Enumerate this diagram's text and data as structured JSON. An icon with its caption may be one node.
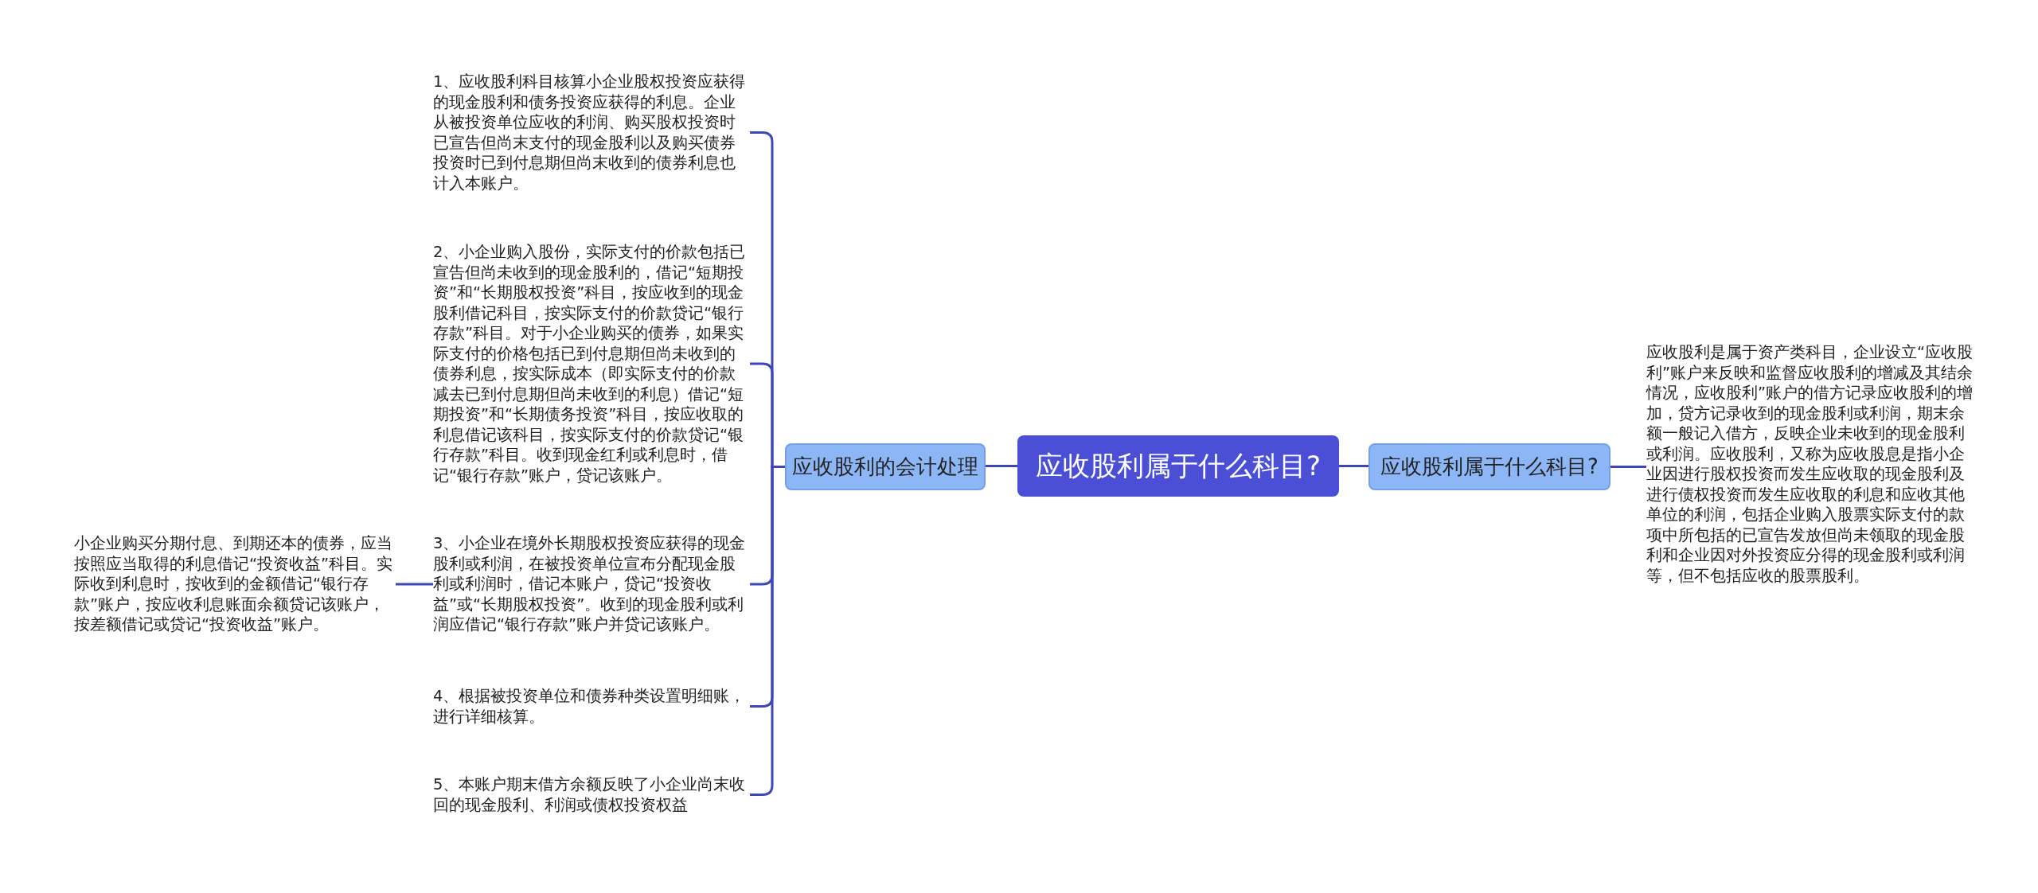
{
  "diagram": {
    "nodes": [
      {
        "text": [
          "应收股利属于什么科目?"
        ]
      },
      {
        "text": [
          "应收股利的会计处理"
        ]
      },
      {
        "text": [
          "1、应收股利科目核算小企业股权投资应获得的现金股利和债务投资应获得的利息。企业从被投资单位应收的利润、购买股权投资时已宣告但尚末支付的现金股利以及购买债券投资时已到付息期但尚末收到的债券利息也计入本账户。"
        ]
      },
      {
        "text": [
          "2、小企业购入股份，实际支付的价款包括已宣告但尚未收到的现金股利的，借记“短期投资”和“长期股权投资”科目，按应收到的现金股利借记科目，按实际支付的价款贷记“银行存款”科目。对于小企业购买的债券，如果实际支付的价格包括已到付息期但尚未收到的债券利息，按实际成本（即实际支付的价款减去已到付息期但尚未收到的利息）借记“短期投资”和“长期债务投资”科目，按应收取的利息借记该科目，按实际支付的价款贷记“银行存款”科目。收到现金红利或利息时，借记“银行存款”账户，贷记该账户。"
        ]
      },
      {
        "text": [
          "3、小企业在境外长期股权投资应获得的现金股利或利润，在被投资单位宣布分配现金股利或利润时，借记本账户，贷记“投资收益”或“长期股权投资”。收到的现金股利或利润应借记“银行存款”账户并贷记该账户。"
        ]
      },
      {
        "text": [
          "4、根据被投资单位和债券种类设置明细账，进行详细核算。"
        ]
      },
      {
        "text": [
          "5、本账户期末借方余额反映了小企业尚末收回的现金股利、利润或债权投资权益"
        ]
      },
      {
        "text": [
          "小企业购买分期付息、到期还本的债券，应当按照应当取得的利息借记“投资收益”科目。实际收到利息时，按收到的金额借记“银行存款”账户，按应收利息账面余额贷记该账户，按差额借记或贷记“投资收益”账户。"
        ]
      },
      {
        "text": [
          "应收股利属于什么科目?"
        ]
      },
      {
        "text": [
          "应收股利是属于资产类科目，企业设立“应收股利”账户来反映和监督应收股利的增减及其结余情况，应收股利”账户的借方记录应收股利的增加，贷方记录收到的现金股利或利润，期末余额一般记入借方，反映企业未收到的现金股利或利润。应收股利，又称为应收股息是指小企业因进行股权投资而发生应收取的现金股利及进行债权投资而发生应收取的利息和应收其他单位的利润，包括企业购入股票实际支付的款项中所包括的已宣告发放但尚未领取的现金股利和企业因对外投资应分得的现金股利或利润等，但不包括应收的股票股利。"
        ]
      }
    ],
    "edges": [
      {
        "from": 0,
        "to": 1,
        "arrow": "none"
      },
      {
        "from": 1,
        "to": 2,
        "arrow": "none"
      },
      {
        "from": 1,
        "to": 3,
        "arrow": "none"
      },
      {
        "from": 1,
        "to": 4,
        "arrow": "none"
      },
      {
        "from": 1,
        "to": 5,
        "arrow": "none"
      },
      {
        "from": 1,
        "to": 6,
        "arrow": "none"
      },
      {
        "from": 4,
        "to": 7,
        "arrow": "none"
      },
      {
        "from": 0,
        "to": 8,
        "arrow": "none"
      },
      {
        "from": 8,
        "to": 9,
        "arrow": "none"
      }
    ]
  }
}
